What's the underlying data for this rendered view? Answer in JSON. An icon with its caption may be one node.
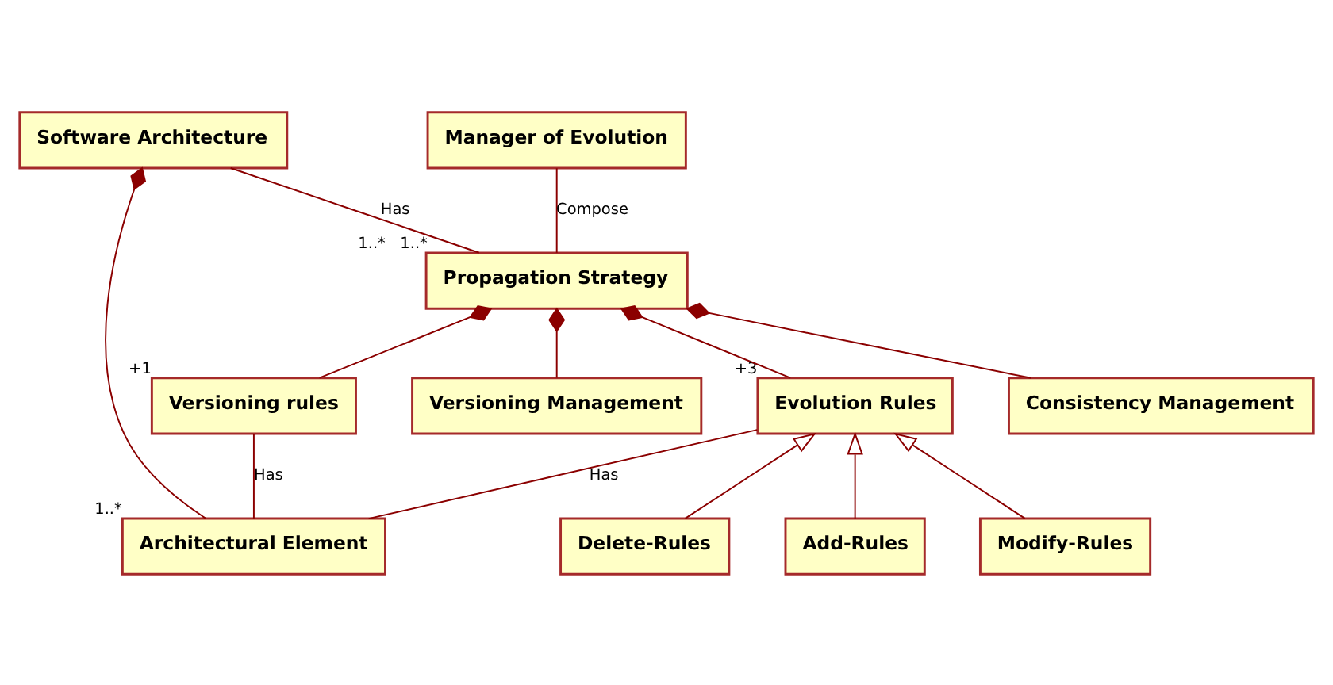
{
  "diagram": {
    "nodes": [
      {
        "text": [
          "Software Architecture"
        ]
      },
      {
        "text": [
          "Architectural Element"
        ],
        "beside": [
          "1..*"
        ]
      },
      {
        "text": [
          "Manager of Evolution"
        ]
      },
      {
        "text": [
          "Versioning rules"
        ],
        "beside": [
          "+1"
        ]
      },
      {
        "text": [
          "Versioning Management"
        ]
      },
      {
        "text": [
          "Propagation Strategy"
        ],
        "beside": [
          "1..*",
          "1..*"
        ]
      },
      {
        "text": [
          "Evolution Rules"
        ],
        "beside": [
          "+3"
        ]
      },
      {
        "text": [
          "Consistency Management"
        ]
      },
      {
        "text": [
          "Delete-Rules"
        ]
      },
      {
        "text": [
          "Add-Rules"
        ]
      },
      {
        "text": [
          "Modify-Rules"
        ]
      }
    ],
    "edges": [
      {
        "from": 1,
        "to": 0,
        "arrow": "other"
      },
      {
        "from": 0,
        "to": 5,
        "arrow": "none",
        "label": "Has"
      },
      {
        "from": 2,
        "to": 5,
        "arrow": "none",
        "label": "Compose"
      },
      {
        "from": 4,
        "to": 5,
        "arrow": "other"
      },
      {
        "from": 7,
        "to": 5,
        "arrow": "other"
      },
      {
        "from": 3,
        "to": 5,
        "arrow": "other"
      },
      {
        "from": 6,
        "to": 5,
        "arrow": "other"
      },
      {
        "from": 3,
        "to": 1,
        "arrow": "none",
        "label": "Has"
      },
      {
        "from": 6,
        "to": 1,
        "arrow": "none",
        "label": "Has"
      },
      {
        "from": 9,
        "to": 6,
        "arrow": "to"
      },
      {
        "from": 8,
        "to": 6,
        "arrow": "to"
      },
      {
        "from": 10,
        "to": 6,
        "arrow": "to"
      }
    ]
  }
}
